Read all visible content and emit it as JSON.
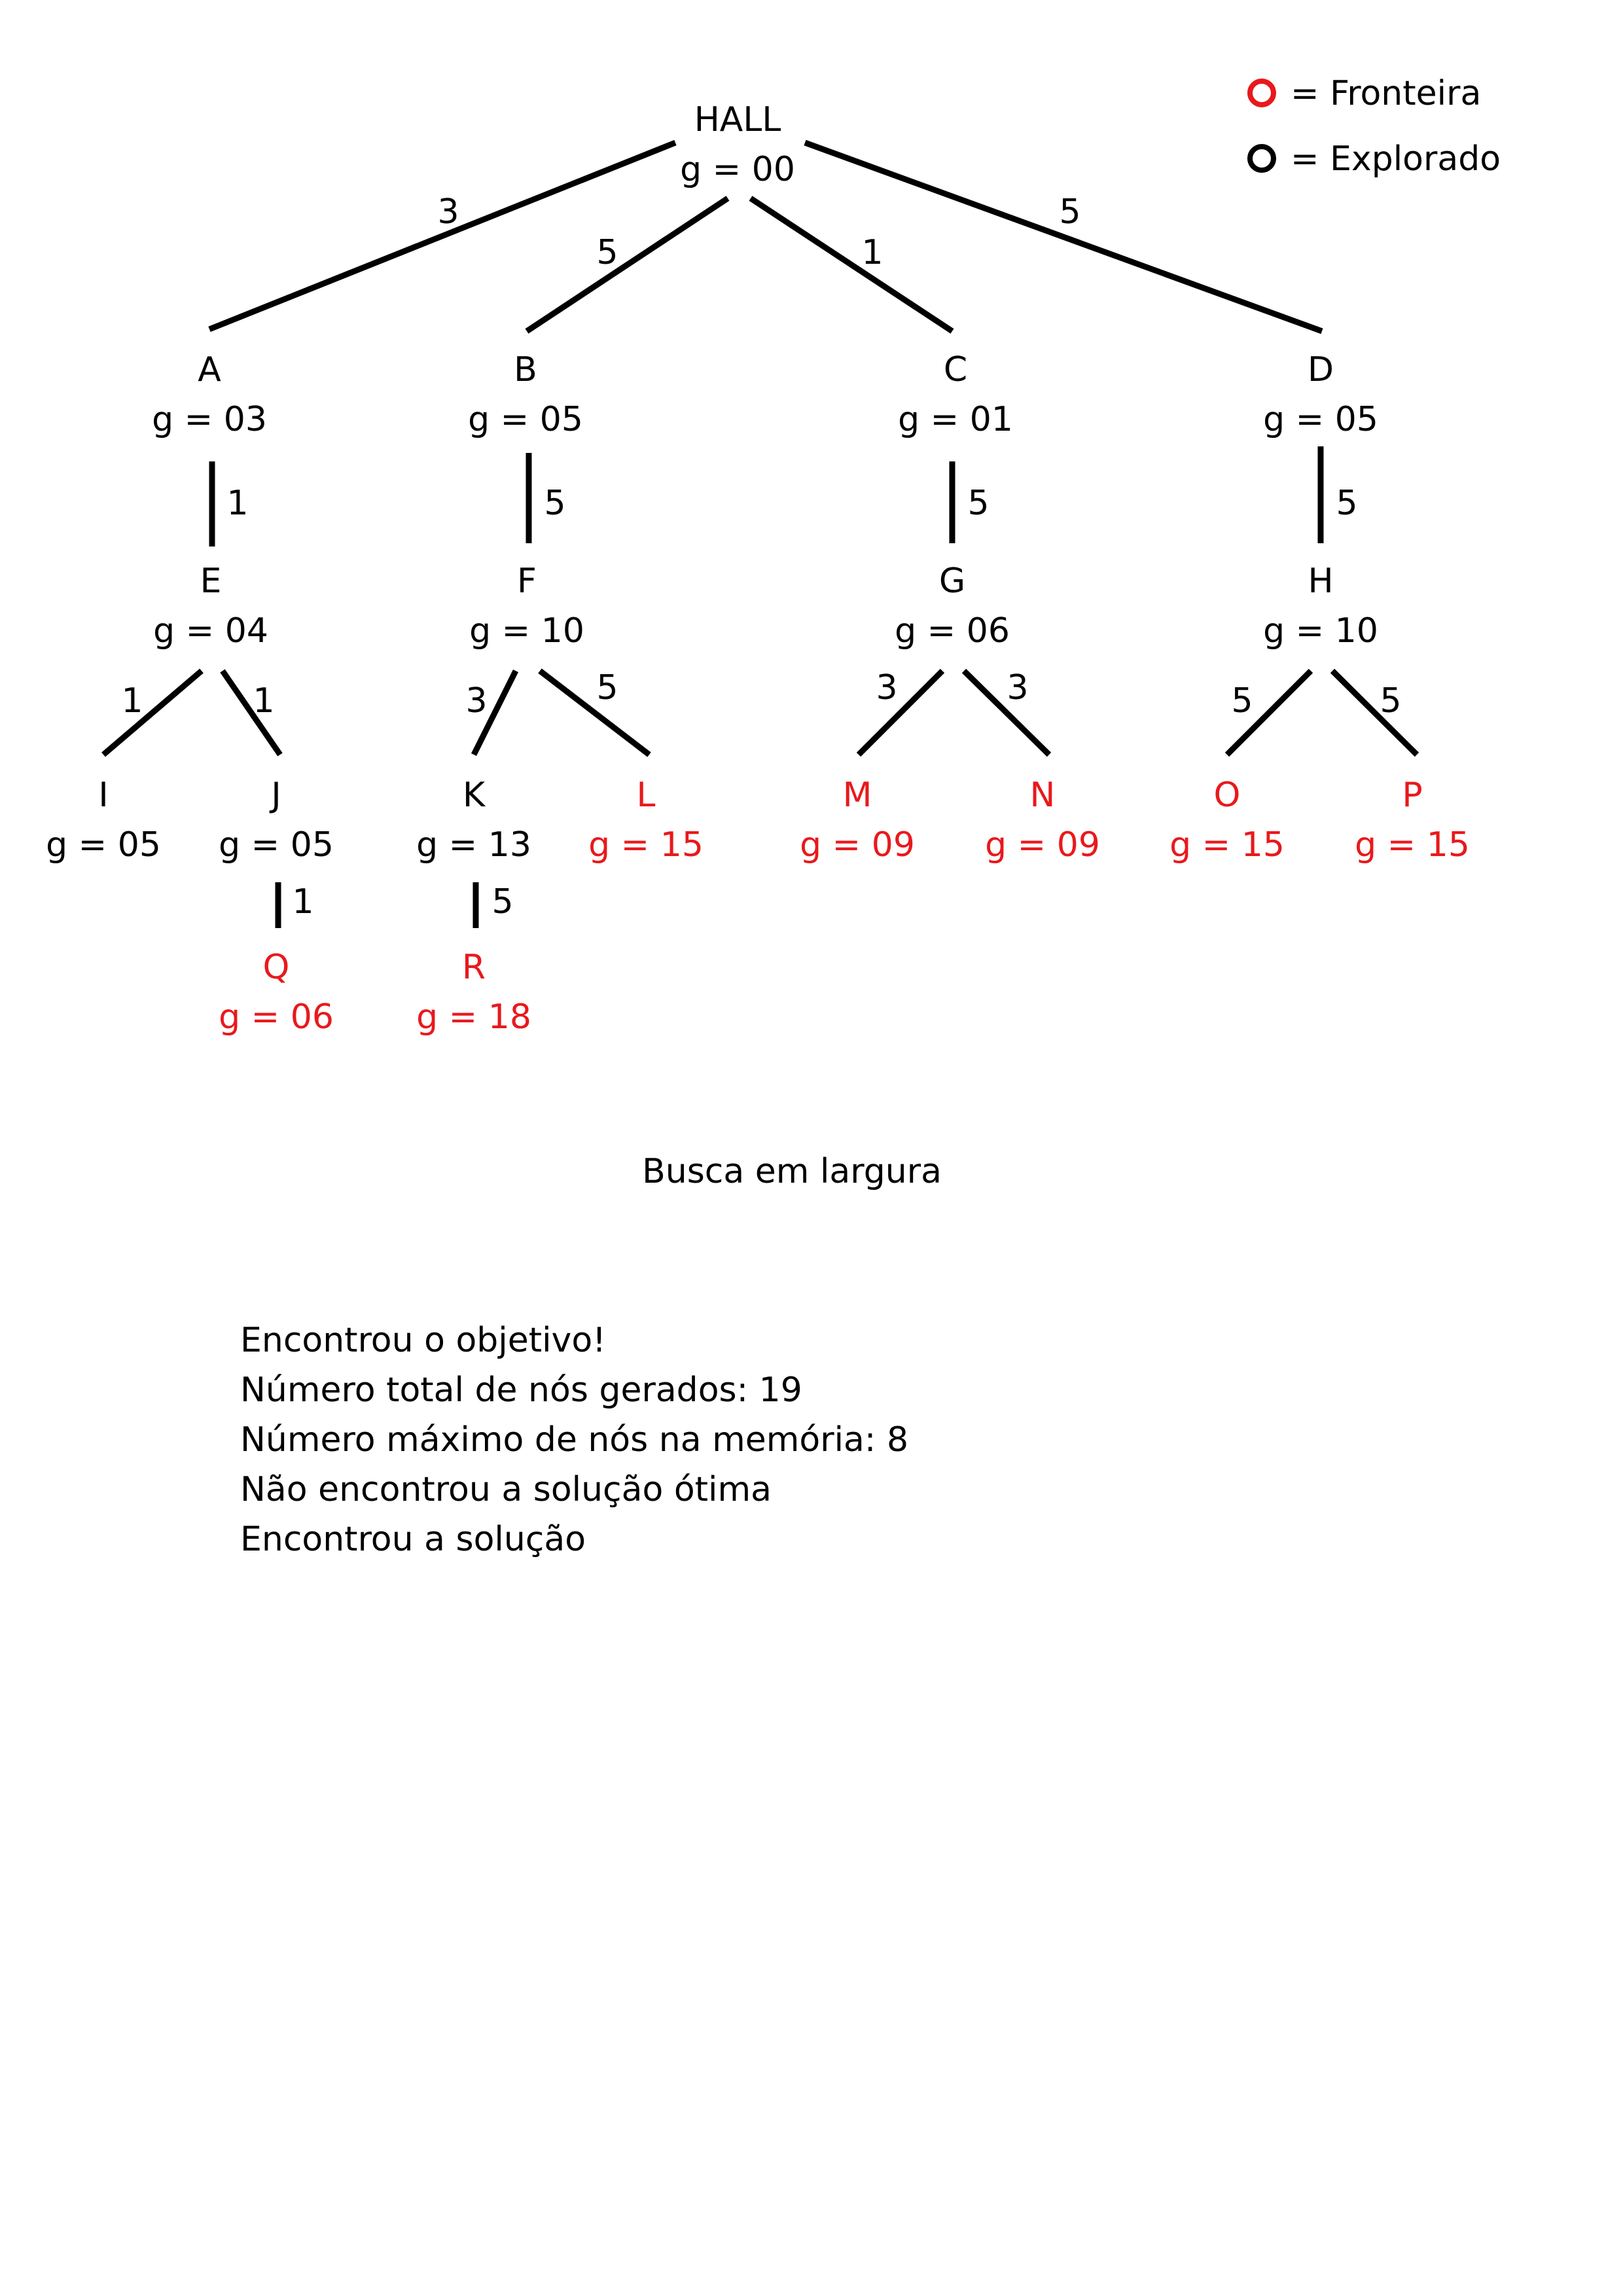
{
  "colors": {
    "frontier": "#e8191c",
    "explored": "#000000",
    "edge": "#000000"
  },
  "legend": [
    {
      "status": "frontier",
      "label": "= Fronteira"
    },
    {
      "status": "explored",
      "label": "= Explorado"
    }
  ],
  "nodes": [
    {
      "id": "HALL",
      "name": "HALL",
      "g": "g = 00",
      "status": "explored"
    },
    {
      "id": "A",
      "name": "A",
      "g": "g = 03",
      "status": "explored"
    },
    {
      "id": "B",
      "name": "B",
      "g": "g = 05",
      "status": "explored"
    },
    {
      "id": "C",
      "name": "C",
      "g": "g = 01",
      "status": "explored"
    },
    {
      "id": "D",
      "name": "D",
      "g": "g = 05",
      "status": "explored"
    },
    {
      "id": "E",
      "name": "E",
      "g": "g = 04",
      "status": "explored"
    },
    {
      "id": "F",
      "name": "F",
      "g": "g = 10",
      "status": "explored"
    },
    {
      "id": "G",
      "name": "G",
      "g": "g = 06",
      "status": "explored"
    },
    {
      "id": "H",
      "name": "H",
      "g": "g = 10",
      "status": "explored"
    },
    {
      "id": "I",
      "name": "I",
      "g": "g = 05",
      "status": "explored"
    },
    {
      "id": "J",
      "name": "J",
      "g": "g = 05",
      "status": "explored"
    },
    {
      "id": "K",
      "name": "K",
      "g": "g = 13",
      "status": "explored"
    },
    {
      "id": "L",
      "name": "L",
      "g": "g = 15",
      "status": "frontier"
    },
    {
      "id": "M",
      "name": "M",
      "g": "g = 09",
      "status": "frontier"
    },
    {
      "id": "N",
      "name": "N",
      "g": "g = 09",
      "status": "frontier"
    },
    {
      "id": "O",
      "name": "O",
      "g": "g = 15",
      "status": "frontier"
    },
    {
      "id": "P",
      "name": "P",
      "g": "g = 15",
      "status": "frontier"
    },
    {
      "id": "Q",
      "name": "Q",
      "g": "g = 06",
      "status": "frontier"
    },
    {
      "id": "R",
      "name": "R",
      "g": "g = 18",
      "status": "frontier"
    }
  ],
  "edges": [
    {
      "from": "HALL",
      "to": "A",
      "cost": "3"
    },
    {
      "from": "HALL",
      "to": "B",
      "cost": "5"
    },
    {
      "from": "HALL",
      "to": "C",
      "cost": "1"
    },
    {
      "from": "HALL",
      "to": "D",
      "cost": "5"
    },
    {
      "from": "A",
      "to": "E",
      "cost": "1"
    },
    {
      "from": "B",
      "to": "F",
      "cost": "5"
    },
    {
      "from": "C",
      "to": "G",
      "cost": "5"
    },
    {
      "from": "D",
      "to": "H",
      "cost": "5"
    },
    {
      "from": "E",
      "to": "I",
      "cost": "1"
    },
    {
      "from": "E",
      "to": "J",
      "cost": "1"
    },
    {
      "from": "F",
      "to": "K",
      "cost": "3"
    },
    {
      "from": "F",
      "to": "L",
      "cost": "5"
    },
    {
      "from": "G",
      "to": "M",
      "cost": "3"
    },
    {
      "from": "G",
      "to": "N",
      "cost": "3"
    },
    {
      "from": "H",
      "to": "O",
      "cost": "5"
    },
    {
      "from": "H",
      "to": "P",
      "cost": "5"
    },
    {
      "from": "J",
      "to": "Q",
      "cost": "1"
    },
    {
      "from": "K",
      "to": "R",
      "cost": "5"
    }
  ],
  "caption": "Busca em largura",
  "summary": [
    "Encontrou o objetivo!",
    "Número total de nós gerados: 19",
    "Número máximo de nós na memória: 8",
    "Não encontrou a solução ótima",
    "Encontrou a solução"
  ]
}
